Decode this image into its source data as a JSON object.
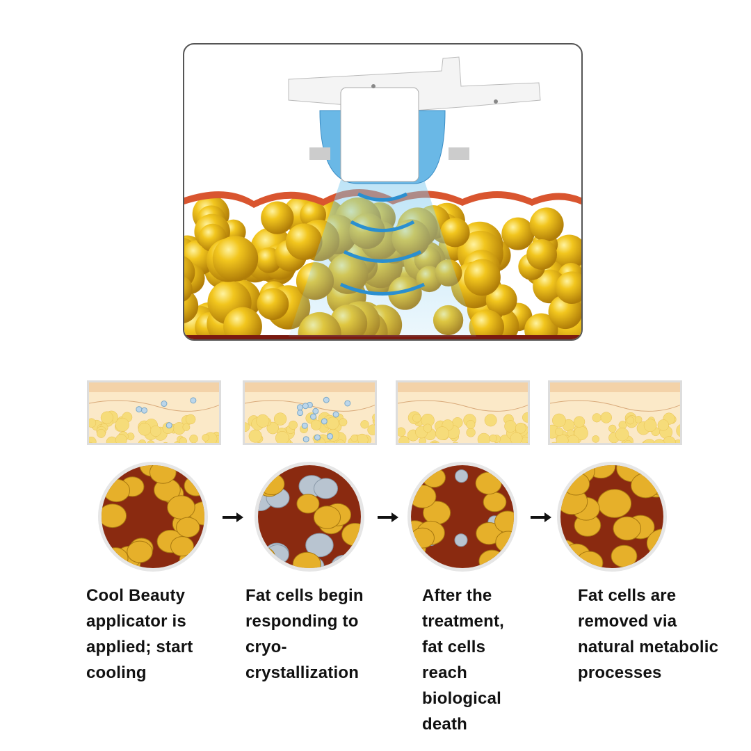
{
  "colors": {
    "fat": "#e8b820",
    "skin": "#d9552f",
    "cool": "#4aa8e0",
    "crystal": "#b8c4d0"
  },
  "steps": [
    {
      "lines": [
        "Cool Beauty",
        "applicator is",
        "applied;  start",
        "cooling"
      ],
      "crystals": 0
    },
    {
      "lines": [
        "Fat cells begin",
        "responding to",
        "cryo-",
        "crystallization"
      ],
      "crystals": 10
    },
    {
      "lines": [
        "After the",
        "treatment,",
        "fat cells",
        "reach",
        "biological",
        "death"
      ],
      "crystals": 6
    },
    {
      "lines": [
        "Fat cells are",
        "removed via",
        "natural metabolic",
        "processes"
      ],
      "crystals": 0
    }
  ]
}
